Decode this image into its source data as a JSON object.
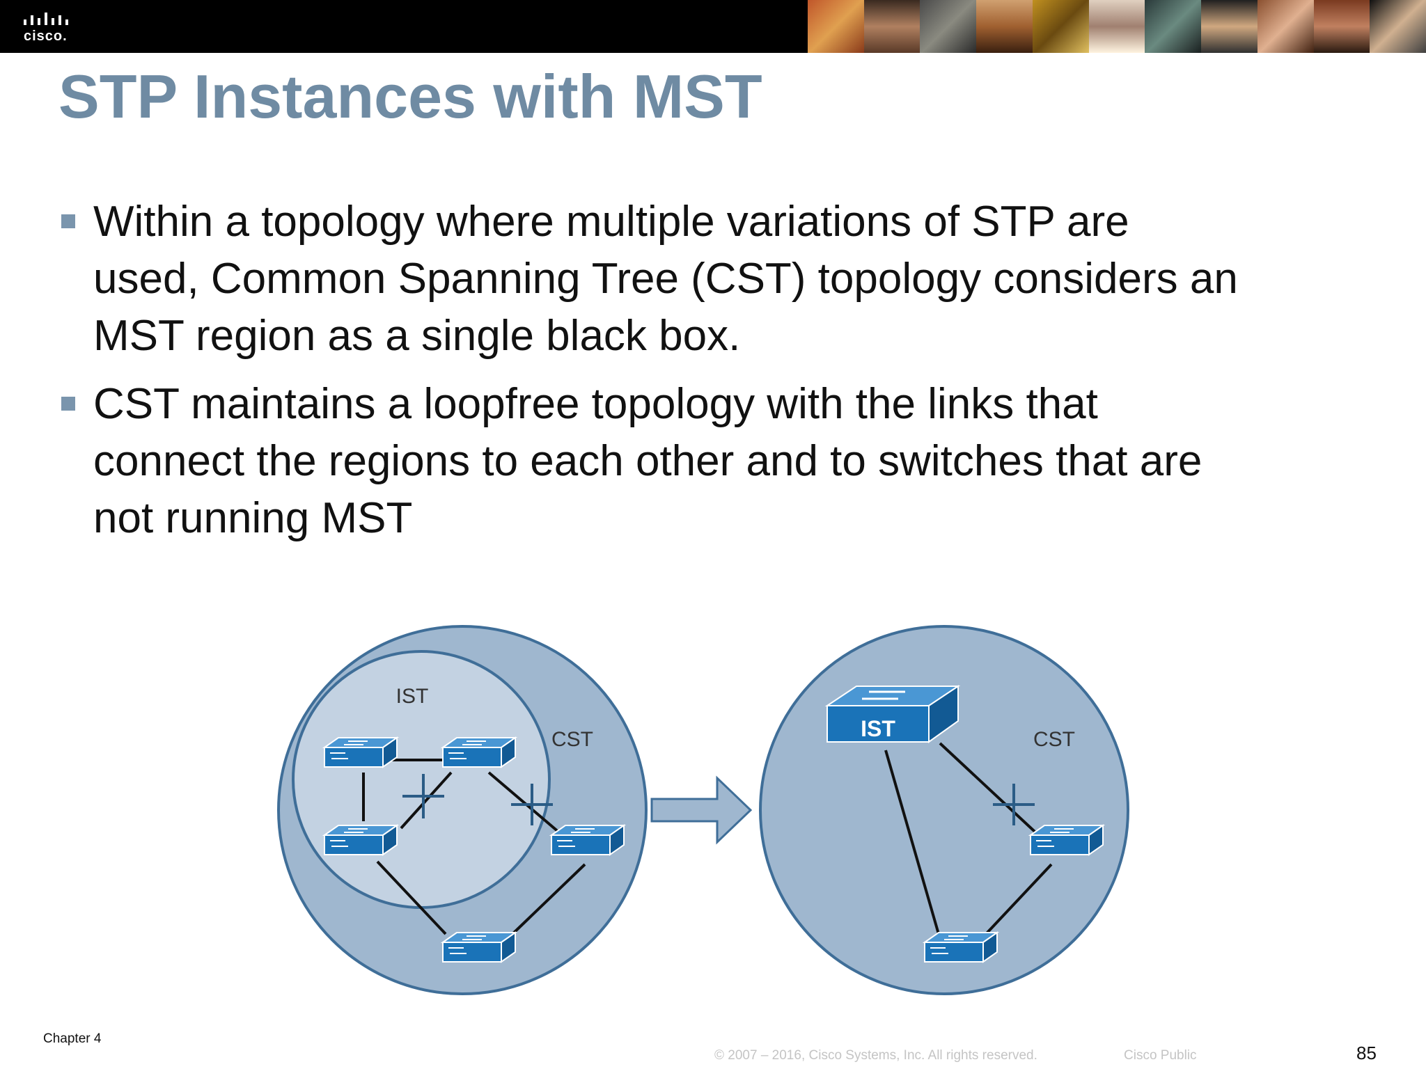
{
  "header": {
    "logo_text": "cisco.",
    "logo_name": "cisco-logo"
  },
  "slide": {
    "title": "STP Instances with MST",
    "bullets": [
      {
        "lines": [
          "Within a topology where multiple variations of STP are",
          "used, Common Spanning Tree (CST) topology considers an",
          "MST region as a single black box."
        ]
      },
      {
        "lines": [
          "CST maintains a loopfree topology with the links that",
          "connect the regions to each other and to switches that are",
          "not running MST"
        ]
      }
    ]
  },
  "diagram": {
    "left": {
      "inner_label": "IST",
      "outer_label": "CST"
    },
    "right": {
      "switch_label": "IST",
      "outer_label": "CST"
    }
  },
  "footer": {
    "chapter": "Chapter 4",
    "copyright": "© 2007 – 2016, Cisco Systems, Inc. All rights reserved.",
    "classification": "Cisco Public",
    "page": "85"
  },
  "colors": {
    "title": "#6f8ba3",
    "bullet": "#7a95ad",
    "outer_circle": "#9fb7cf",
    "inner_circle": "#c3d2e2",
    "circle_stroke": "#3f6e98",
    "switch": "#1a73b8"
  }
}
